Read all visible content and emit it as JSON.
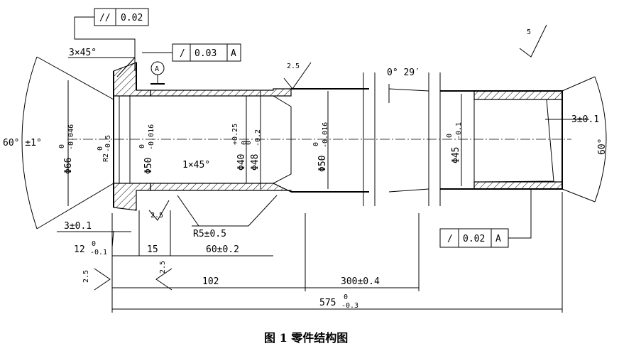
{
  "caption": "图 1 零件结构图",
  "tolerance_frames": [
    {
      "symbol": "//",
      "value": "0.02",
      "datum": ""
    },
    {
      "symbol": "/",
      "value": "0.03",
      "datum": "A"
    },
    {
      "symbol": "/",
      "value": "0.02",
      "datum": "A"
    }
  ],
  "datum_marker": "A",
  "surface_finish": [
    "5",
    "2.5",
    "2.5",
    "2.5",
    "2.5"
  ],
  "dimensions": {
    "chamfer_top": "3×45°",
    "chamfer_inner": "1×45°",
    "angle_left": "60°  ±1°",
    "angle_right": "60°",
    "angle_taper": "0°  29′",
    "dia_66": "Φ66",
    "dia_66_tol": "0",
    "dia_66_tol2": "-0.046",
    "radius_r2": "R2",
    "radius_r2_tol": "0",
    "radius_r2_tol2": "-0.5",
    "dia_50_left": "Φ50",
    "dia_50_left_tol": "0",
    "dia_50_left_tol2": "-0.016",
    "dia_40": "Φ40",
    "dia_40_tol": "+0.25",
    "dia_40_tol2": "0",
    "dia_48": "Φ48",
    "dia_48_tol": "0",
    "dia_48_tol2": "-0.2",
    "dia_50_right": "Φ50",
    "dia_50_right_tol": "0",
    "dia_50_right_tol2": "-0.016",
    "dia_45": "Φ45",
    "dia_45_tol": "0",
    "dia_45_tol2": "-0.1",
    "len_3_left": "3±0.1",
    "len_3_right": "3±0.1",
    "radius_r5": "R5±0.5",
    "len_12": "12",
    "len_12_tol": "0",
    "len_12_tol2": "-0.1",
    "len_15": "15",
    "len_60": "60±0.2",
    "len_102": "102",
    "len_300": "300±0.4",
    "len_575": "575",
    "len_575_tol": "0",
    "len_575_tol2": "-0.3"
  }
}
